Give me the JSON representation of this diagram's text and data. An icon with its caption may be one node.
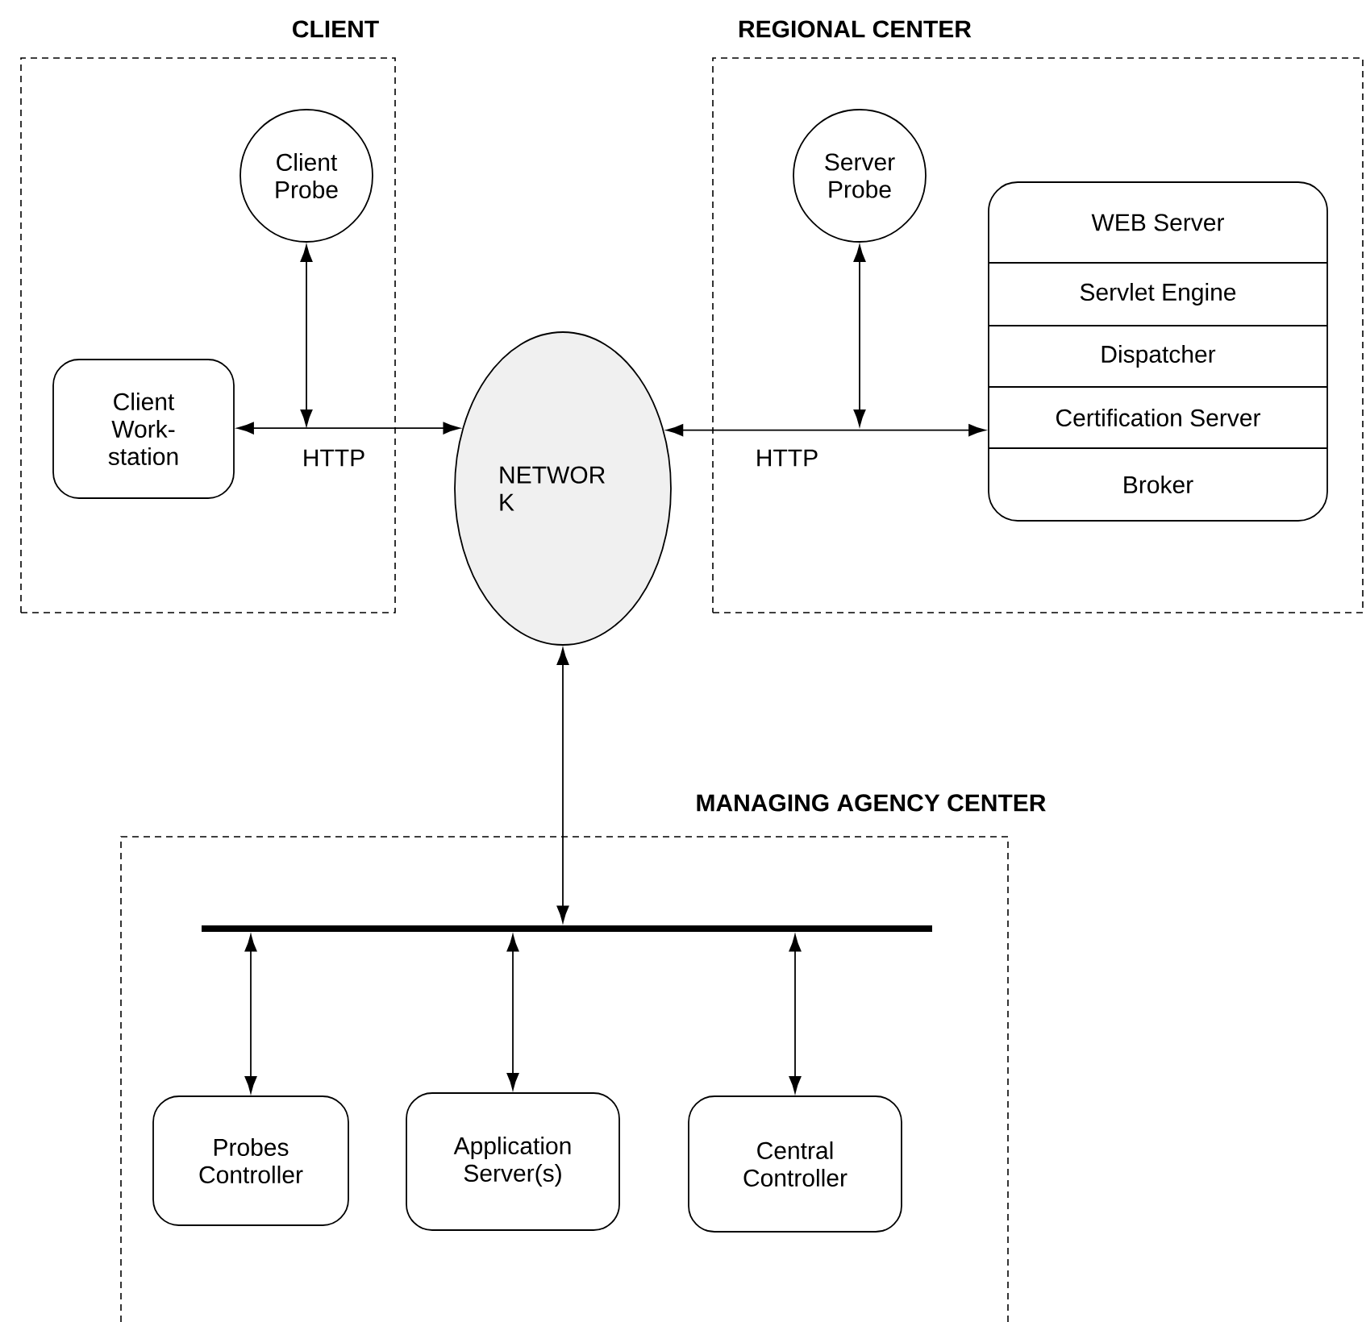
{
  "diagram": {
    "nodes": [
      {
        "text": [
          "CLIENT"
        ]
      },
      {
        "text": [
          "Client Probe"
        ],
        "in": 0
      },
      {
        "text": [
          "Client Work-station"
        ],
        "in": 0
      },
      {
        "text": [
          "NETWOR K"
        ]
      },
      {
        "text": [
          "REGIONAL CENTER"
        ]
      },
      {
        "text": [
          "Server Probe"
        ],
        "in": 4
      },
      {
        "text": [
          "WEB Server",
          "Servlet Engine",
          "Dispatcher",
          "Certification Server",
          "Broker"
        ],
        "in": 4
      },
      {
        "text": [
          "MANAGING AGENCY CENTER"
        ]
      },
      {
        "text": [],
        "shape": "bar",
        "in": 7
      },
      {
        "text": [
          "Probes Controller"
        ],
        "in": 7
      },
      {
        "text": [
          "Application Server(s)"
        ],
        "in": 7
      },
      {
        "text": [
          "Central Controller"
        ],
        "in": 7
      }
    ],
    "edges": [
      {
        "from": 2,
        "to": 3,
        "arrow": "both",
        "label": "HTTP"
      },
      {
        "from": 1,
        "to": null,
        "arrow": "both"
      },
      {
        "from": 3,
        "to": 6,
        "arrow": "both",
        "label": "HTTP"
      },
      {
        "from": 5,
        "to": null,
        "arrow": "both"
      },
      {
        "from": 3,
        "to": 8,
        "arrow": "both"
      },
      {
        "from": 8,
        "to": 9,
        "arrow": "both"
      },
      {
        "from": 8,
        "to": 10,
        "arrow": "both"
      },
      {
        "from": 8,
        "to": 11,
        "arrow": "both"
      }
    ]
  }
}
